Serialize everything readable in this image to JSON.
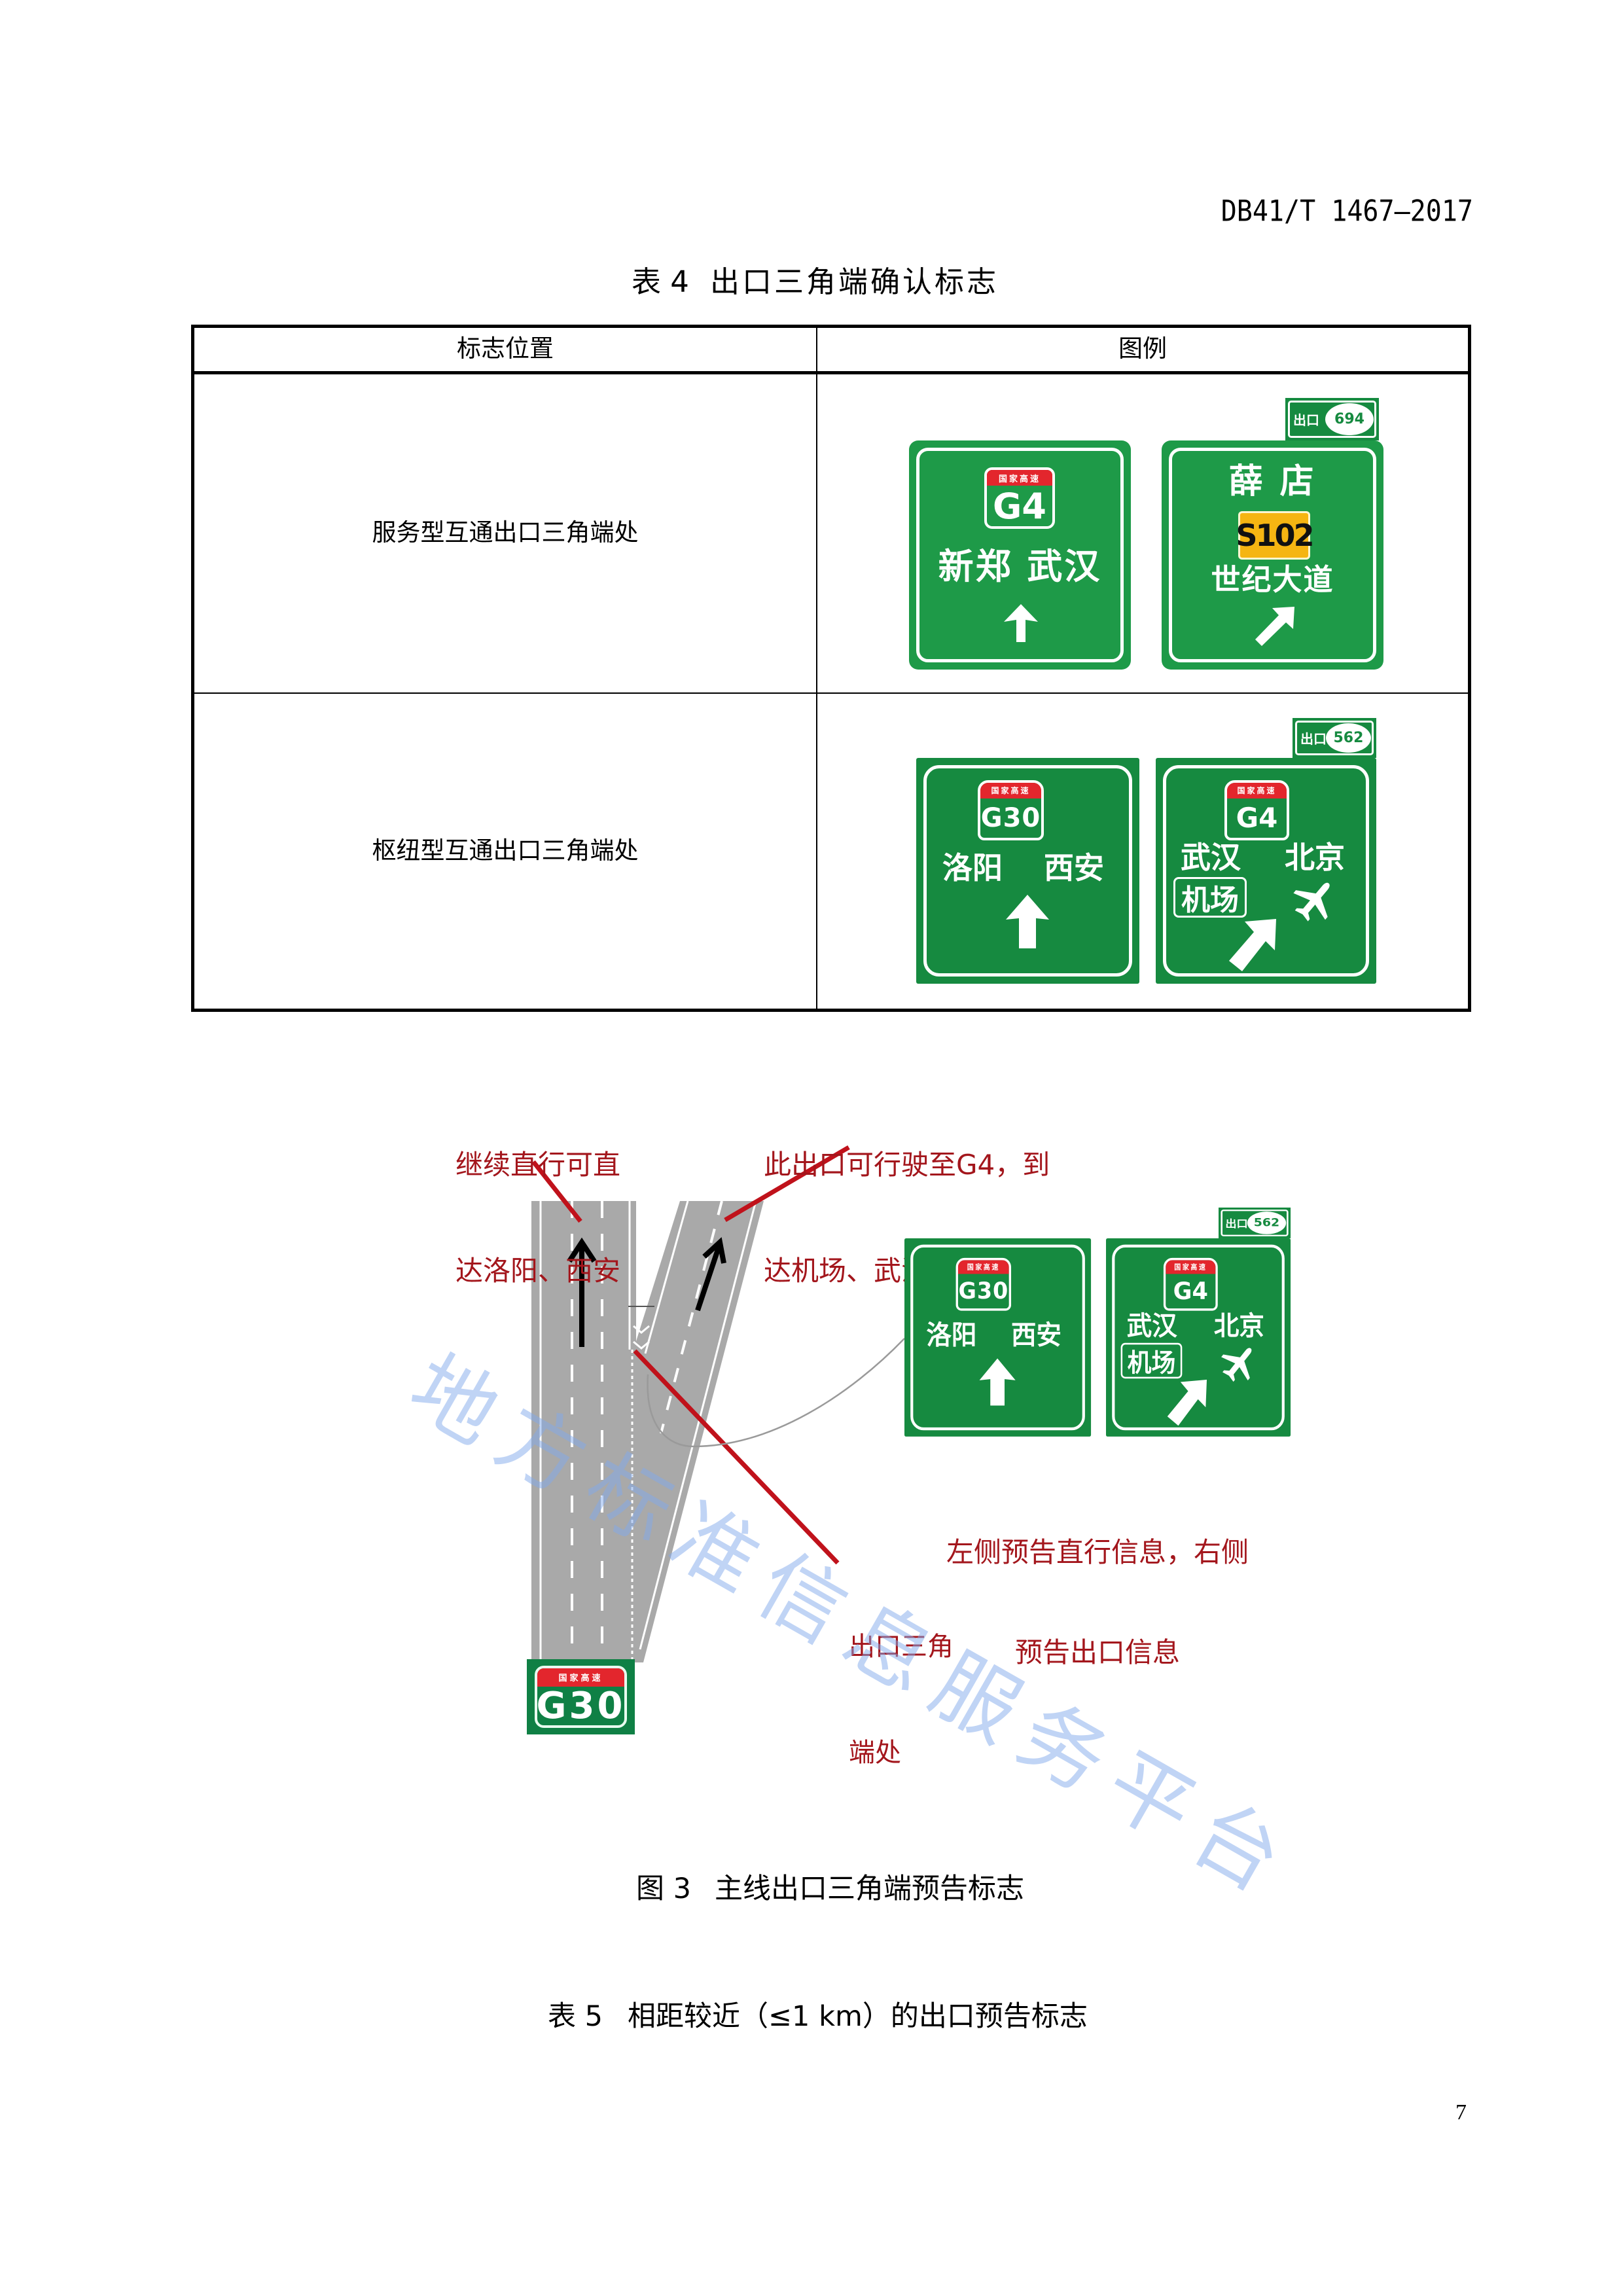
{
  "colors": {
    "sign_green": "#1e9a48",
    "sign_green_dark": "#168a40",
    "shield_green": "#0f8045",
    "shield_red": "#e3262d",
    "badge_yellow": "#f5b512",
    "annotation_red": "#a3161c",
    "road_gray": "#a9a9a9",
    "watermark_blue": "rgba(130,170,235,0.5)"
  },
  "header": {
    "doc_id": "DB41/T 1467—2017"
  },
  "table4": {
    "label": "表 4",
    "title": "出口三角端确认标志",
    "columns": [
      "标志位置",
      "图例"
    ],
    "rows": [
      {
        "location": "服务型互通出口三角端处",
        "signs": {
          "straight": {
            "shield_header": "国家高速",
            "route": "G4",
            "destinations": "新郑 武汉",
            "arrow_icon": "arrow-up-icon"
          },
          "exit": {
            "exit_tab": {
              "label": "出口",
              "number": "694"
            },
            "destination": "薛 店",
            "route_badge": "S102",
            "road_name": "世纪大道",
            "arrow_icon": "arrow-up-right-icon"
          }
        }
      },
      {
        "location": "枢纽型互通出口三角端处",
        "signs": {
          "straight": {
            "shield_header": "国家高速",
            "route": "G30",
            "destinations": [
              "洛阳",
              "西安"
            ],
            "arrow_icon": "arrow-up-icon"
          },
          "exit": {
            "exit_tab": {
              "label": "出口",
              "number": "562"
            },
            "shield_header": "国家高速",
            "route": "G4",
            "destinations": [
              "武汉",
              "北京"
            ],
            "airport_label": "机场",
            "airport_icon": "airplane-icon",
            "arrow_icon": "arrow-up-right-icon"
          }
        }
      }
    ]
  },
  "figure3": {
    "label": "图 3",
    "title": "主线出口三角端预告标志",
    "annotations": {
      "straight_note": [
        "继续直行可直",
        "达洛阳、西安"
      ],
      "exit_note": [
        "此出口可行驶至G4，到",
        "达机场、武汉、北京"
      ],
      "gore_note": [
        "出口三角",
        "端处"
      ],
      "sign_note": [
        "左侧预告直行信息，右侧",
        "预告出口信息"
      ]
    },
    "road_shield": {
      "header": "国家高速",
      "route": "G30"
    },
    "signs": {
      "straight": {
        "shield_header": "国家高速",
        "route": "G30",
        "destinations": [
          "洛阳",
          "西安"
        ],
        "arrow_icon": "arrow-up-icon"
      },
      "exit": {
        "exit_tab": {
          "label": "出口",
          "number": "562"
        },
        "shield_header": "国家高速",
        "route": "G4",
        "destinations": [
          "武汉",
          "北京"
        ],
        "airport_label": "机场",
        "airport_icon": "airplane-icon",
        "arrow_icon": "arrow-up-right-icon"
      }
    }
  },
  "table5": {
    "label": "表 5",
    "title": "相距较近（≤1 km）的出口预告标志"
  },
  "page_number": "7",
  "watermark": "地方标准信息服务平台"
}
